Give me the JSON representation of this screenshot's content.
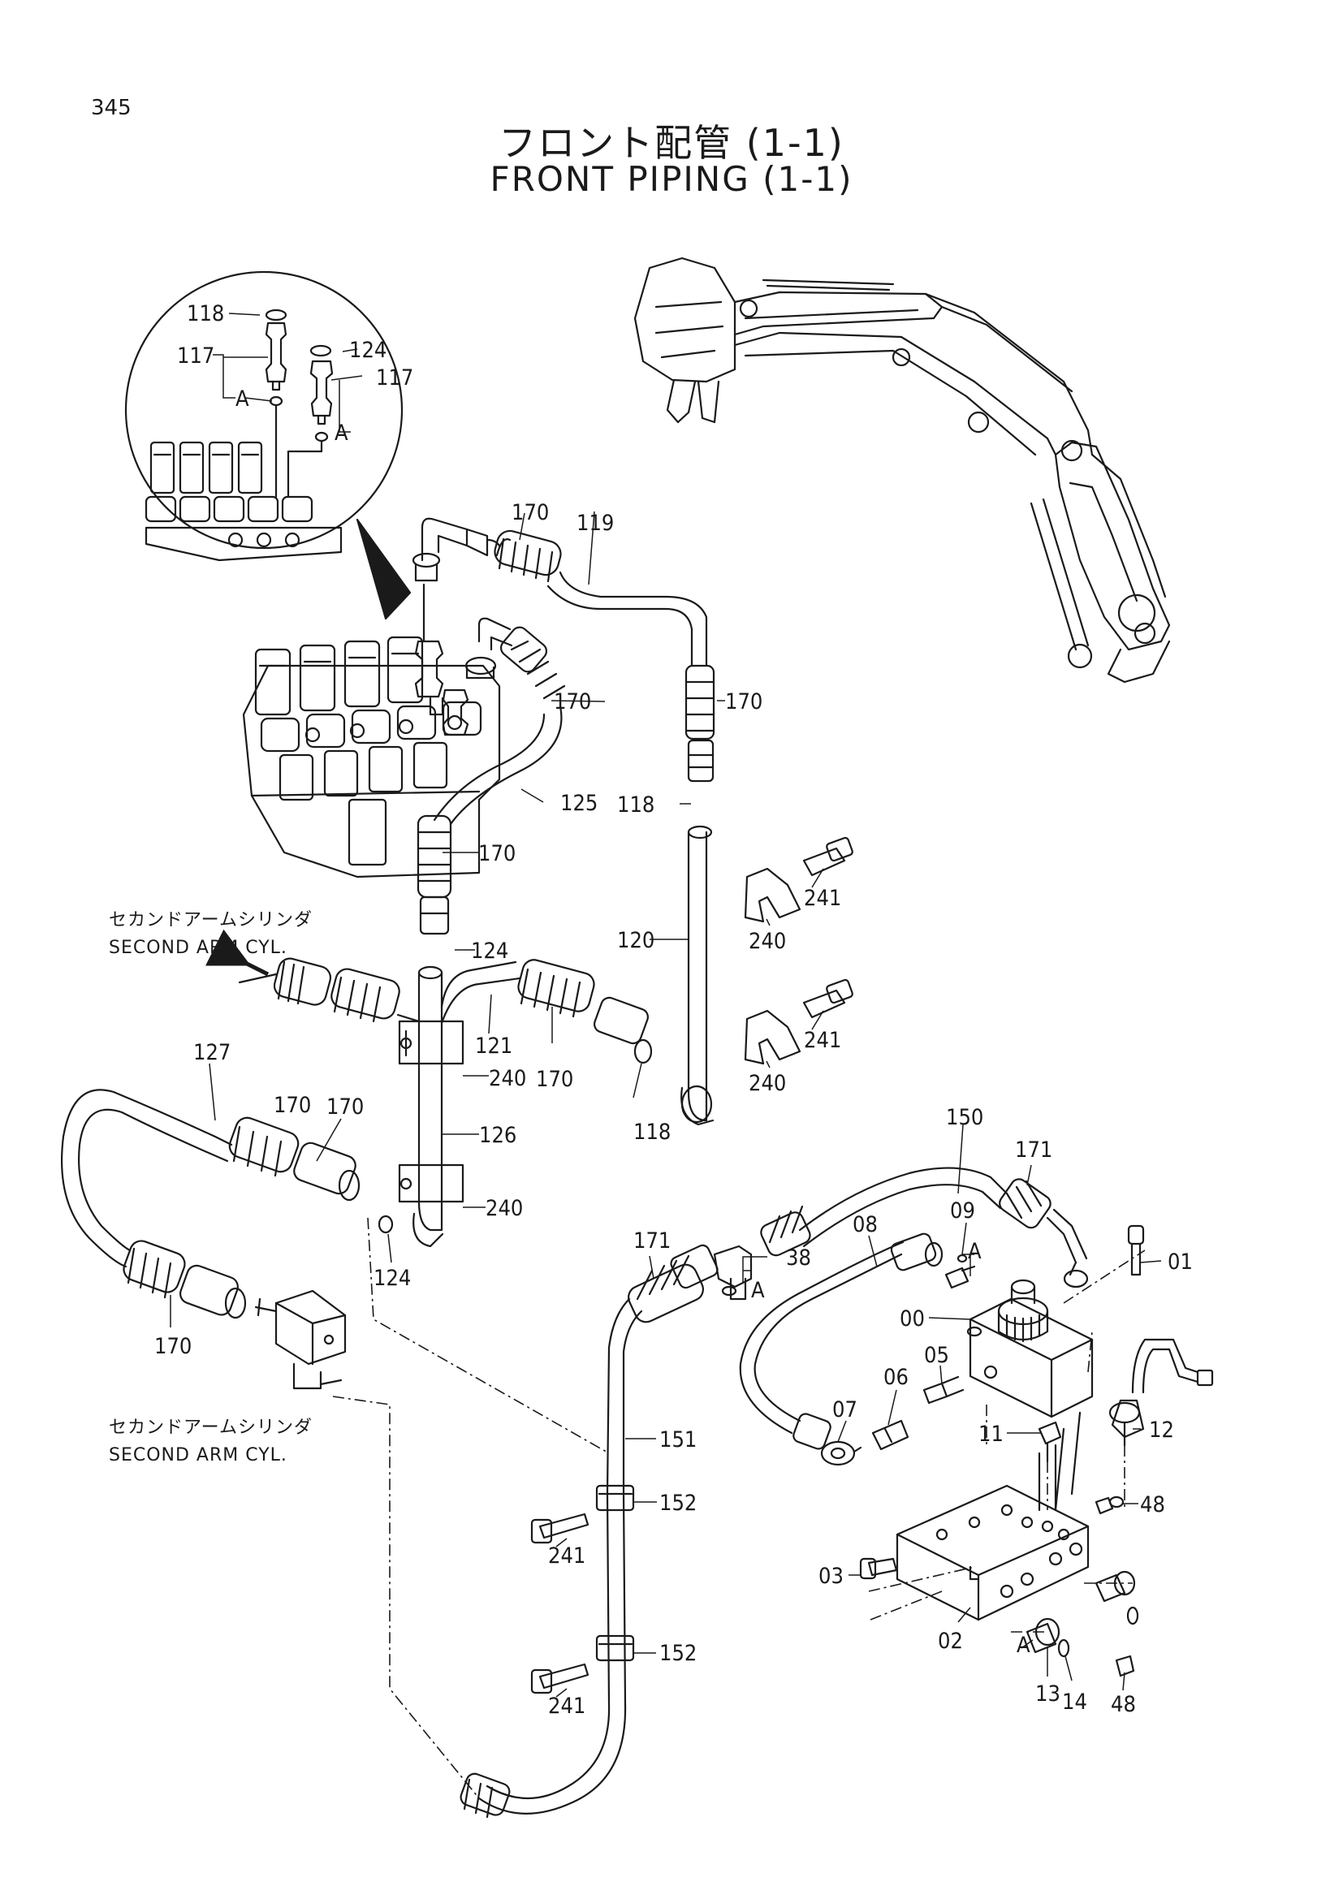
{
  "page_number": "345",
  "title_jp": "フロント配管 (1-1)",
  "title_en": "FRONT PIPING (1-1)",
  "notes": {
    "upper_jp": "セカンドアームシリンダ",
    "upper_en": "SECOND ARM CYL.",
    "lower_jp": "セカンドアームシリンダ",
    "lower_en": "SECOND ARM CYL."
  },
  "callouts": [
    "118",
    "117",
    "124",
    "117",
    "A",
    "A",
    "170",
    "119",
    "170",
    "170",
    "125",
    "118",
    "170",
    "124",
    "120",
    "241",
    "240",
    "241",
    "240",
    "127",
    "170",
    "121",
    "170",
    "240",
    "118",
    "126",
    "170",
    "240",
    "170",
    "124",
    "150",
    "171",
    "171",
    "08",
    "09",
    "A",
    "38",
    "A",
    "01",
    "00",
    "05",
    "06",
    "07",
    "11",
    "12",
    "151",
    "152",
    "241",
    "48",
    "03",
    "02",
    "152",
    "A",
    "13",
    "14",
    "48",
    "241"
  ],
  "colors": {
    "ink": "#1a1a1a",
    "paper": "#ffffff"
  }
}
